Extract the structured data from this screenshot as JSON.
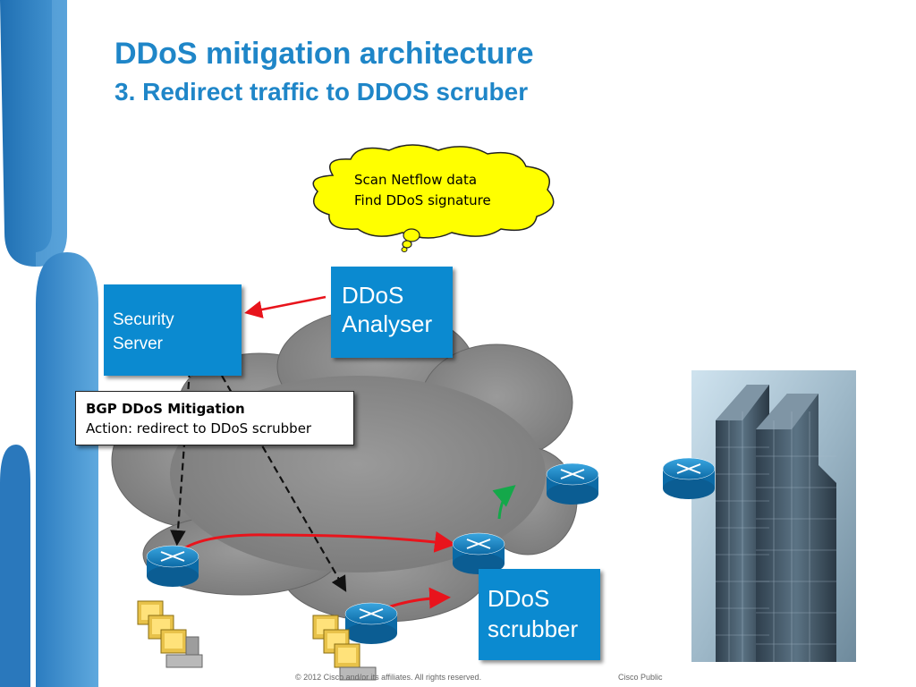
{
  "slide": {
    "title": "DDoS mitigation architecture",
    "subtitle": "3. Redirect traffic to DDOS scruber"
  },
  "thought_bubble": {
    "line1": "Scan Netflow data",
    "line2": "Find DDoS signature"
  },
  "nodes": {
    "security_server": {
      "line1": "Security",
      "line2": "Server"
    },
    "ddos_analyser": {
      "line1": "DDoS",
      "line2": "Analyser"
    },
    "ddos_scrubber": {
      "line1": "DDoS",
      "line2": "scrubber"
    }
  },
  "bgp_box": {
    "heading": "BGP DDoS Mitigation",
    "action": "Action: redirect to DDoS scrubber"
  },
  "footer": {
    "copyright": "© 2012 Cisco and/or its affiliates. All rights reserved.",
    "classification": "Cisco Public"
  },
  "colors": {
    "accent_blue": "#0b8ad0",
    "title_blue": "#1f86c8",
    "cloud_gray": "#8a8a8a",
    "bubble_yellow": "#ffff00",
    "redirect_red": "#e8141c",
    "green_arrow": "#14a84a"
  }
}
